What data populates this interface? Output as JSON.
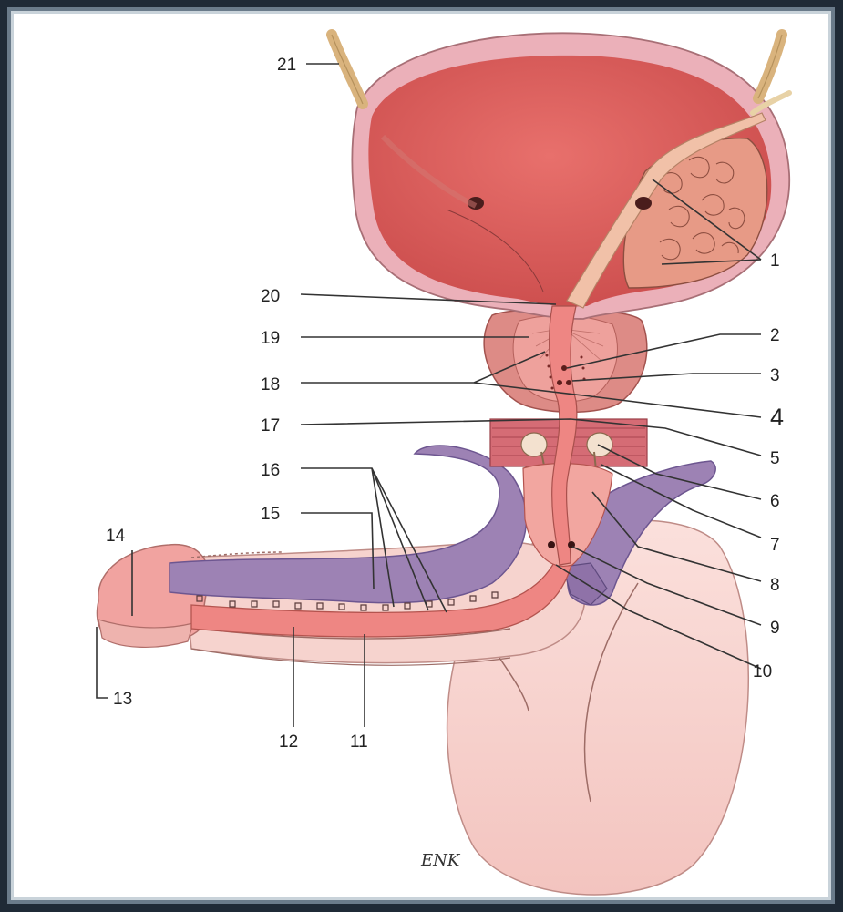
{
  "diagram": {
    "labels": {
      "l1": "1",
      "l2": "2",
      "l3": "3",
      "l4": "4",
      "l5": "5",
      "l6": "6",
      "l7": "7",
      "l8": "8",
      "l9": "9",
      "l10": "10",
      "l11": "11",
      "l12": "12",
      "l13": "13",
      "l14": "14",
      "l15": "15",
      "l16": "16",
      "l17": "17",
      "l18": "18",
      "l19": "19",
      "l20": "20",
      "l21": "21"
    },
    "signature": "ENK"
  },
  "colors": {
    "frame": "#1f2a36",
    "bladder_lumen": "#d6524f",
    "bladder_wall": "#e9a9b3",
    "prostate": "#e38f8a",
    "corpus_cavernosum": "#9d82b4",
    "spongiosum": "#ee8683",
    "skin": "#f7d1cd",
    "ureter": "#d9b37d"
  }
}
